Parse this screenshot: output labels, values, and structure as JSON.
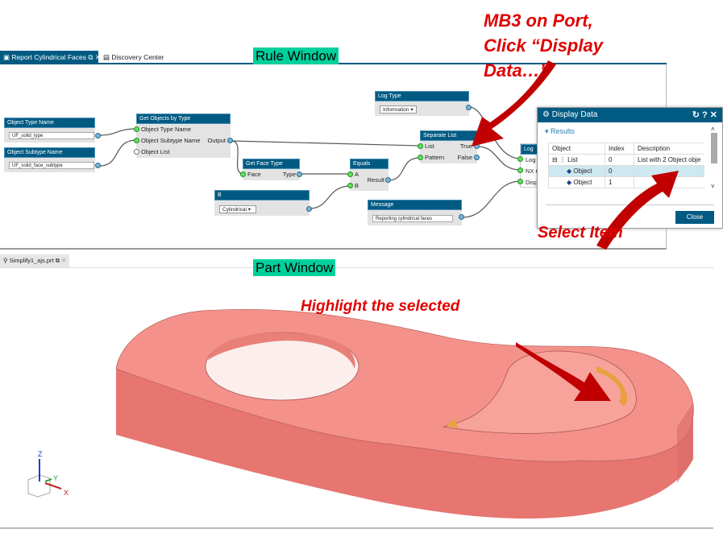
{
  "tabs": [
    {
      "label": "Report Cylindrical Faces",
      "active": true
    },
    {
      "label": "Discovery Center"
    }
  ],
  "part_tab": {
    "label": "Simplify1_ajs.prt"
  },
  "callouts": {
    "rule_window": "Rule Window",
    "part_window": "Part Window",
    "mb3_line1": "MB3 on Port,",
    "mb3_line2": "Click “Display",
    "mb3_line3": "Data…”",
    "select_item": "Select Item",
    "highlight": "Highlight the selected"
  },
  "nodes": {
    "object_type_name": {
      "title": "Object Type Name",
      "value": "UF_solid_type"
    },
    "object_subtype_name": {
      "title": "Object Subtype Name",
      "value": "UF_solid_face_subtype"
    },
    "get_objects": {
      "title": "Get Objects by Type",
      "in1": "Object Type Name",
      "in2": "Object Subtype Name",
      "in3": "Object List",
      "out": "Output"
    },
    "get_face_type": {
      "title": "Get Face Type",
      "in": "Face",
      "out": "Type"
    },
    "b": {
      "title": "B",
      "value": "Cylindrical"
    },
    "equals": {
      "title": "Equals",
      "in1": "A",
      "in2": "B",
      "out": "Result"
    },
    "log_type": {
      "title": "Log Type",
      "value": "Information"
    },
    "separate_list": {
      "title": "Separate List",
      "in1": "List",
      "in2": "Pattern",
      "out1": "True",
      "out2": "False"
    },
    "message": {
      "title": "Message",
      "value": "Reporting cylindrical faces"
    },
    "log": {
      "title": "Log",
      "in1": "Log",
      "in2": "NX O",
      "in3": "Disp"
    }
  },
  "dialog": {
    "title": "Display Data",
    "section": "Results",
    "columns": [
      "Object",
      "Index",
      "Description"
    ],
    "rows": [
      {
        "object": "List",
        "index": "0",
        "description": "List with 2 Object obje"
      },
      {
        "object": "Object",
        "index": "0",
        "description": "",
        "selected": true
      },
      {
        "object": "Object",
        "index": "1",
        "description": ""
      }
    ],
    "close": "Close"
  },
  "triad": {
    "z": "Z",
    "y": "Y",
    "x": "X"
  },
  "colors": {
    "header": "#005a82",
    "part": "#f08a84",
    "accent_red": "#c00000",
    "callout": "#00d19c"
  }
}
